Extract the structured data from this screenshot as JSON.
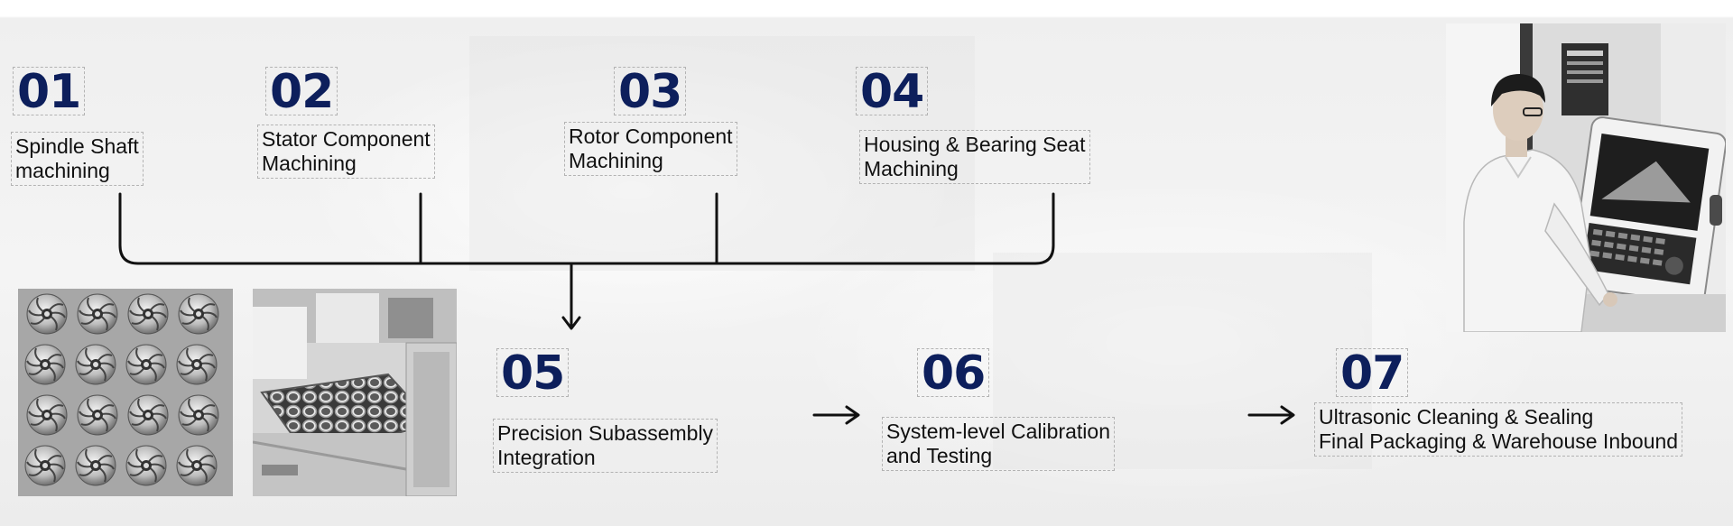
{
  "steps": [
    {
      "number": "01",
      "line1": "Spindle Shaft",
      "line2": "machining"
    },
    {
      "number": "02",
      "line1": "Stator Component",
      "line2": "Machining"
    },
    {
      "number": "03",
      "line1": "Rotor Component",
      "line2": "Machining"
    },
    {
      "number": "04",
      "line1": "Housing & Bearing Seat",
      "line2": "Machining"
    },
    {
      "number": "05",
      "line1": "Precision Subassembly",
      "line2": "Integration"
    },
    {
      "number": "06",
      "line1": "System-level Calibration",
      "line2": "and Testing"
    },
    {
      "number": "07",
      "line1": "Ultrasonic Cleaning & Sealing",
      "line2": "Final Packaging & Warehouse Inbound"
    }
  ],
  "colors": {
    "number": "#0d1f5c",
    "text": "#111111",
    "line": "#111111"
  }
}
